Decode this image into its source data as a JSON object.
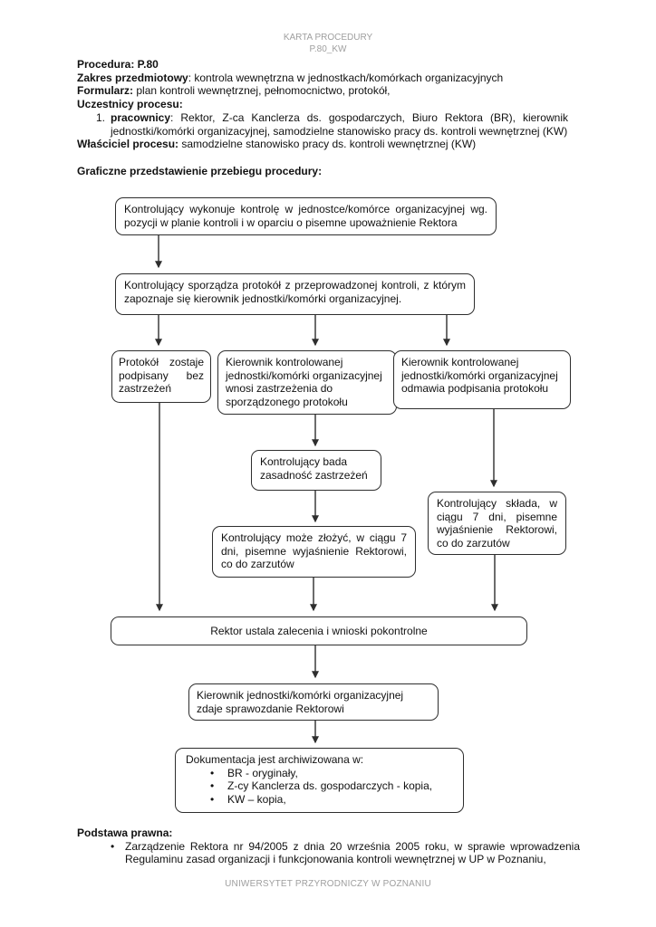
{
  "colors": {
    "page_bg": "#ffffff",
    "text": "#111111",
    "muted_gray": "#9e9e9e",
    "box_border": "#2e2e2e"
  },
  "header": {
    "line1": "KARTA PROCEDURY",
    "line2": "P.80_KW"
  },
  "intro": {
    "procedure": "Procedura: P.80",
    "zakres_label": "Zakres przedmiotowy",
    "zakres_text": ": kontrola wewnętrzna w jednostkach/komórkach organizacyjnych",
    "formularz_label": "Formularz:",
    "formularz_text": " plan kontroli wewnętrznej, pełnomocnictwo, protokół,",
    "uczestnicy_label": "Uczestnicy procesu:",
    "participant": {
      "number": "1.",
      "label": "pracownicy",
      "text": ": Rektor, Z-ca Kanclerza ds. gospodarczych, Biuro Rektora (BR), kierownik jednostki/komórki organizacyjnej, samodzielne stanowisko pracy ds. kontroli wewnętrznej (KW)"
    },
    "wlasciciel_label": "Właściciel procesu:",
    "wlasciciel_text": " samodzielne stanowisko pracy ds. kontroli wewnętrznej (KW)",
    "diagram_heading": "Graficzne przedstawienie przebiegu procedury:"
  },
  "flowchart": {
    "boxes": [
      {
        "id": "wykonuje-kontrole",
        "text": "Kontrolujący wykonuje kontrolę w jednostce/komórce organizacyjnej wg. pozycji w planie kontroli i w oparciu o pisemne upoważnienie Rektora"
      },
      {
        "id": "sporzadza-protokol",
        "text": "Kontrolujący sporządza protokół z przeprowadzonej kontroli, z którym zapoznaje się kierownik jednostki/komórki organizacyjnej."
      },
      {
        "id": "protokol-podpisany",
        "text": "Protokół zostaje podpisany bez zastrzeżeń"
      },
      {
        "id": "wnosi-zastrzezenia",
        "text": "Kierownik kontrolowanej jednostki/komórki organizacyjnej wnosi zastrzeżenia do sporządzonego protokołu"
      },
      {
        "id": "odmawia-podpisania",
        "text": "Kierownik kontrolowanej jednostki/komórki organizacyjnej odmawia podpisania protokołu"
      },
      {
        "id": "bada-zasadnosc",
        "text": "Kontrolujący bada zasadność zastrzeżeń"
      },
      {
        "id": "moze-zlozyc",
        "text": "Kontrolujący może złożyć, w ciągu 7 dni, pisemne wyjaśnienie Rektorowi, co do zarzutów"
      },
      {
        "id": "sklada-wyjasnienie",
        "text": "Kontrolujący składa, w ciągu 7 dni, pisemne wyjaśnienie Rektorowi, co do zarzutów"
      },
      {
        "id": "rektor-ustala",
        "text": "Rektor ustala zalecenia i wnioski pokontrolne"
      },
      {
        "id": "zdaje-sprawozdanie",
        "text": "Kierownik jednostki/komórki organizacyjnej zdaje sprawozdanie Rektorowi"
      },
      {
        "id": "dokumentacja",
        "title": "Dokumentacja jest archiwizowana w:",
        "bullet": "•",
        "items": [
          "BR - oryginały,",
          "Z-cy Kanclerza ds. gospodarczych - kopia,",
          "KW – kopia,"
        ]
      }
    ]
  },
  "legal": {
    "heading": "Podstawa prawna:",
    "bullet": "•",
    "item": "Zarządzenie Rektora nr 94/2005 z dnia 20 września 2005 roku, w sprawie wprowadzenia Regulaminu zasad organizacji i funkcjonowania kontroli wewnętrznej w UP w Poznaniu,"
  },
  "footer": "UNIWERSYTET PRZYRODNICZY W POZNANIU"
}
